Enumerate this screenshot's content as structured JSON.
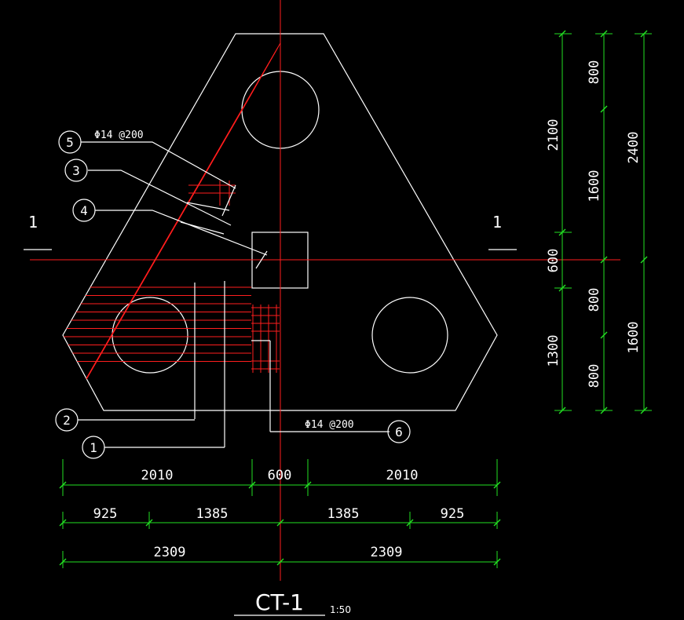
{
  "drawing": {
    "title": "CT-1",
    "scale": "1:50",
    "section_mark": "1",
    "rebar_spec_upper": "Φ14 @200",
    "rebar_spec_lower": "Φ14 @200"
  },
  "callouts": [
    {
      "number": "5"
    },
    {
      "number": "3"
    },
    {
      "number": "4"
    },
    {
      "number": "2"
    },
    {
      "number": "1"
    },
    {
      "number": "6"
    }
  ],
  "dimensions": {
    "row1": [
      "2010",
      "600",
      "2010"
    ],
    "row2": [
      "925",
      "1385",
      "1385",
      "925"
    ],
    "row3": [
      "2309",
      "2309"
    ],
    "vertical_left": [
      "2100",
      "600",
      "1300"
    ],
    "vertical_mid": [
      "800",
      "1600",
      "800",
      "800"
    ],
    "vertical_right": [
      "2400",
      "1600"
    ]
  },
  "colors": {
    "background": "#000000",
    "outline": "#ffffff",
    "rebar": "#ff1e1e",
    "dimension": "#22e022"
  }
}
